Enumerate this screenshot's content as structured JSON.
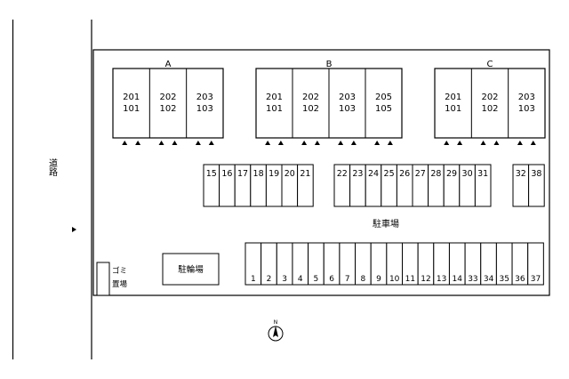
{
  "road": {
    "label": "道路"
  },
  "buildings": [
    {
      "name": "A",
      "units": [
        [
          "201",
          "101"
        ],
        [
          "202",
          "102"
        ],
        [
          "203",
          "103"
        ]
      ]
    },
    {
      "name": "B",
      "units": [
        [
          "201",
          "101"
        ],
        [
          "202",
          "102"
        ],
        [
          "203",
          "103"
        ],
        [
          "205",
          "105"
        ]
      ]
    },
    {
      "name": "C",
      "units": [
        [
          "201",
          "101"
        ],
        [
          "202",
          "102"
        ],
        [
          "203",
          "103"
        ]
      ]
    }
  ],
  "parking": {
    "label": "駐車場",
    "group1": [
      "15",
      "16",
      "17",
      "18",
      "19",
      "20",
      "21"
    ],
    "group2": [
      "22",
      "23",
      "24",
      "25",
      "26",
      "27",
      "28",
      "29",
      "30",
      "31"
    ],
    "group3": [
      "32",
      "38"
    ],
    "bottom": [
      "1",
      "2",
      "3",
      "4",
      "5",
      "6",
      "7",
      "8",
      "9",
      "10",
      "11",
      "12",
      "13",
      "14",
      "33",
      "34",
      "35",
      "36",
      "37"
    ]
  },
  "bicycle": {
    "label": "駐輪場"
  },
  "garbage": {
    "line1": "ゴミ",
    "line2": "置場"
  },
  "compass": {
    "label": "N"
  }
}
